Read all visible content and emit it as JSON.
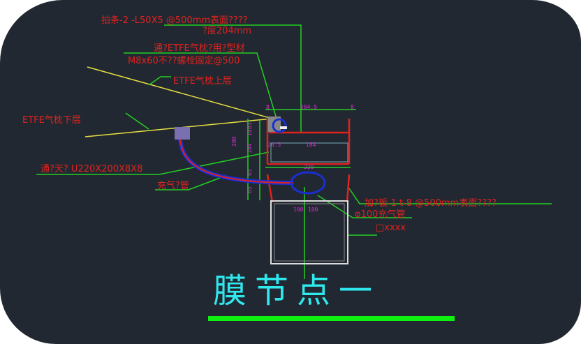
{
  "labels": {
    "angle_strip": "拍条-2  -L50X5   @500mm表面????",
    "length": "?度204mm",
    "etfe_profile": "通?ETFE气枕?用?型材",
    "bolt": "M8x60不??螺栓固定@500",
    "etfe_upper": "ETFE气枕上层",
    "etfe_lower": "ETFE气枕下层",
    "channel": "通?天?   U220X200X8X8",
    "inflation_pipe_short": "充气?管",
    "stiffener": "加?板-1   t-8   @500mm表面????",
    "inflation_pipe": "φ100充气管",
    "tube": "□xxxx"
  },
  "dimensions": {
    "top_left": "8",
    "top_mid": "204.5",
    "top_right": "8",
    "inner_left": "20.5",
    "inner_width": "184",
    "outer_width": "220",
    "side_total": "200",
    "side_a": "83",
    "side_b": "10",
    "side_c": "184",
    "side_d": "65",
    "side_e": "65",
    "bottom_a": "100",
    "bottom_b": "100"
  },
  "title": "膜节点一",
  "colors": {
    "background": "#222831",
    "leader": "#22d022",
    "annotation": "#e0231f",
    "dimension": "#d030d0",
    "membrane": "#e6e040",
    "pipe": "#1a2fd0",
    "title": "#2fe8ee",
    "underline": "#10f010"
  }
}
